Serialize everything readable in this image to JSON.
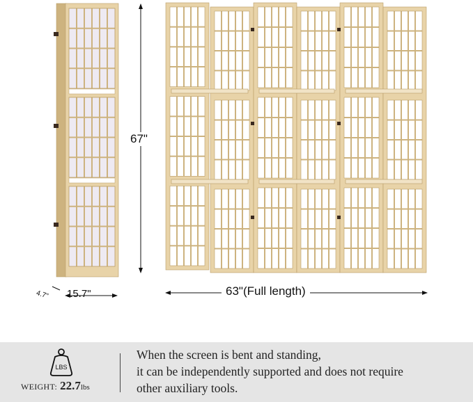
{
  "product": {
    "colors": {
      "wood": "#e8d3a8",
      "wood_dark": "#cdb37f",
      "wood_edge": "#b99d68",
      "paper": "#ffffff",
      "paper_side": "#eeeaf2",
      "hinge": "#3a2a20",
      "banner_bg": "#e5e5e5",
      "text": "#222222"
    },
    "side_view": {
      "sections": 3,
      "columns": 6,
      "rows_per_section": 4
    },
    "front_view": {
      "panels": 6,
      "columns_per_panel": 5,
      "rows_per_section": 4,
      "sections": 3,
      "shelves": 2
    }
  },
  "dimensions": {
    "height": "67\"",
    "full_length": "63\"(Full length)",
    "panel_width": "15.7\"",
    "depth": "4.7\""
  },
  "info_banner": {
    "weight_icon_label": "LBS",
    "weight_label": "WEIGHT:",
    "weight_value": "22.7",
    "weight_unit": "lbs",
    "description_lines": [
      "When the screen is bent and standing,",
      "it can be independently supported and does not require",
      "other auxiliary tools."
    ]
  }
}
